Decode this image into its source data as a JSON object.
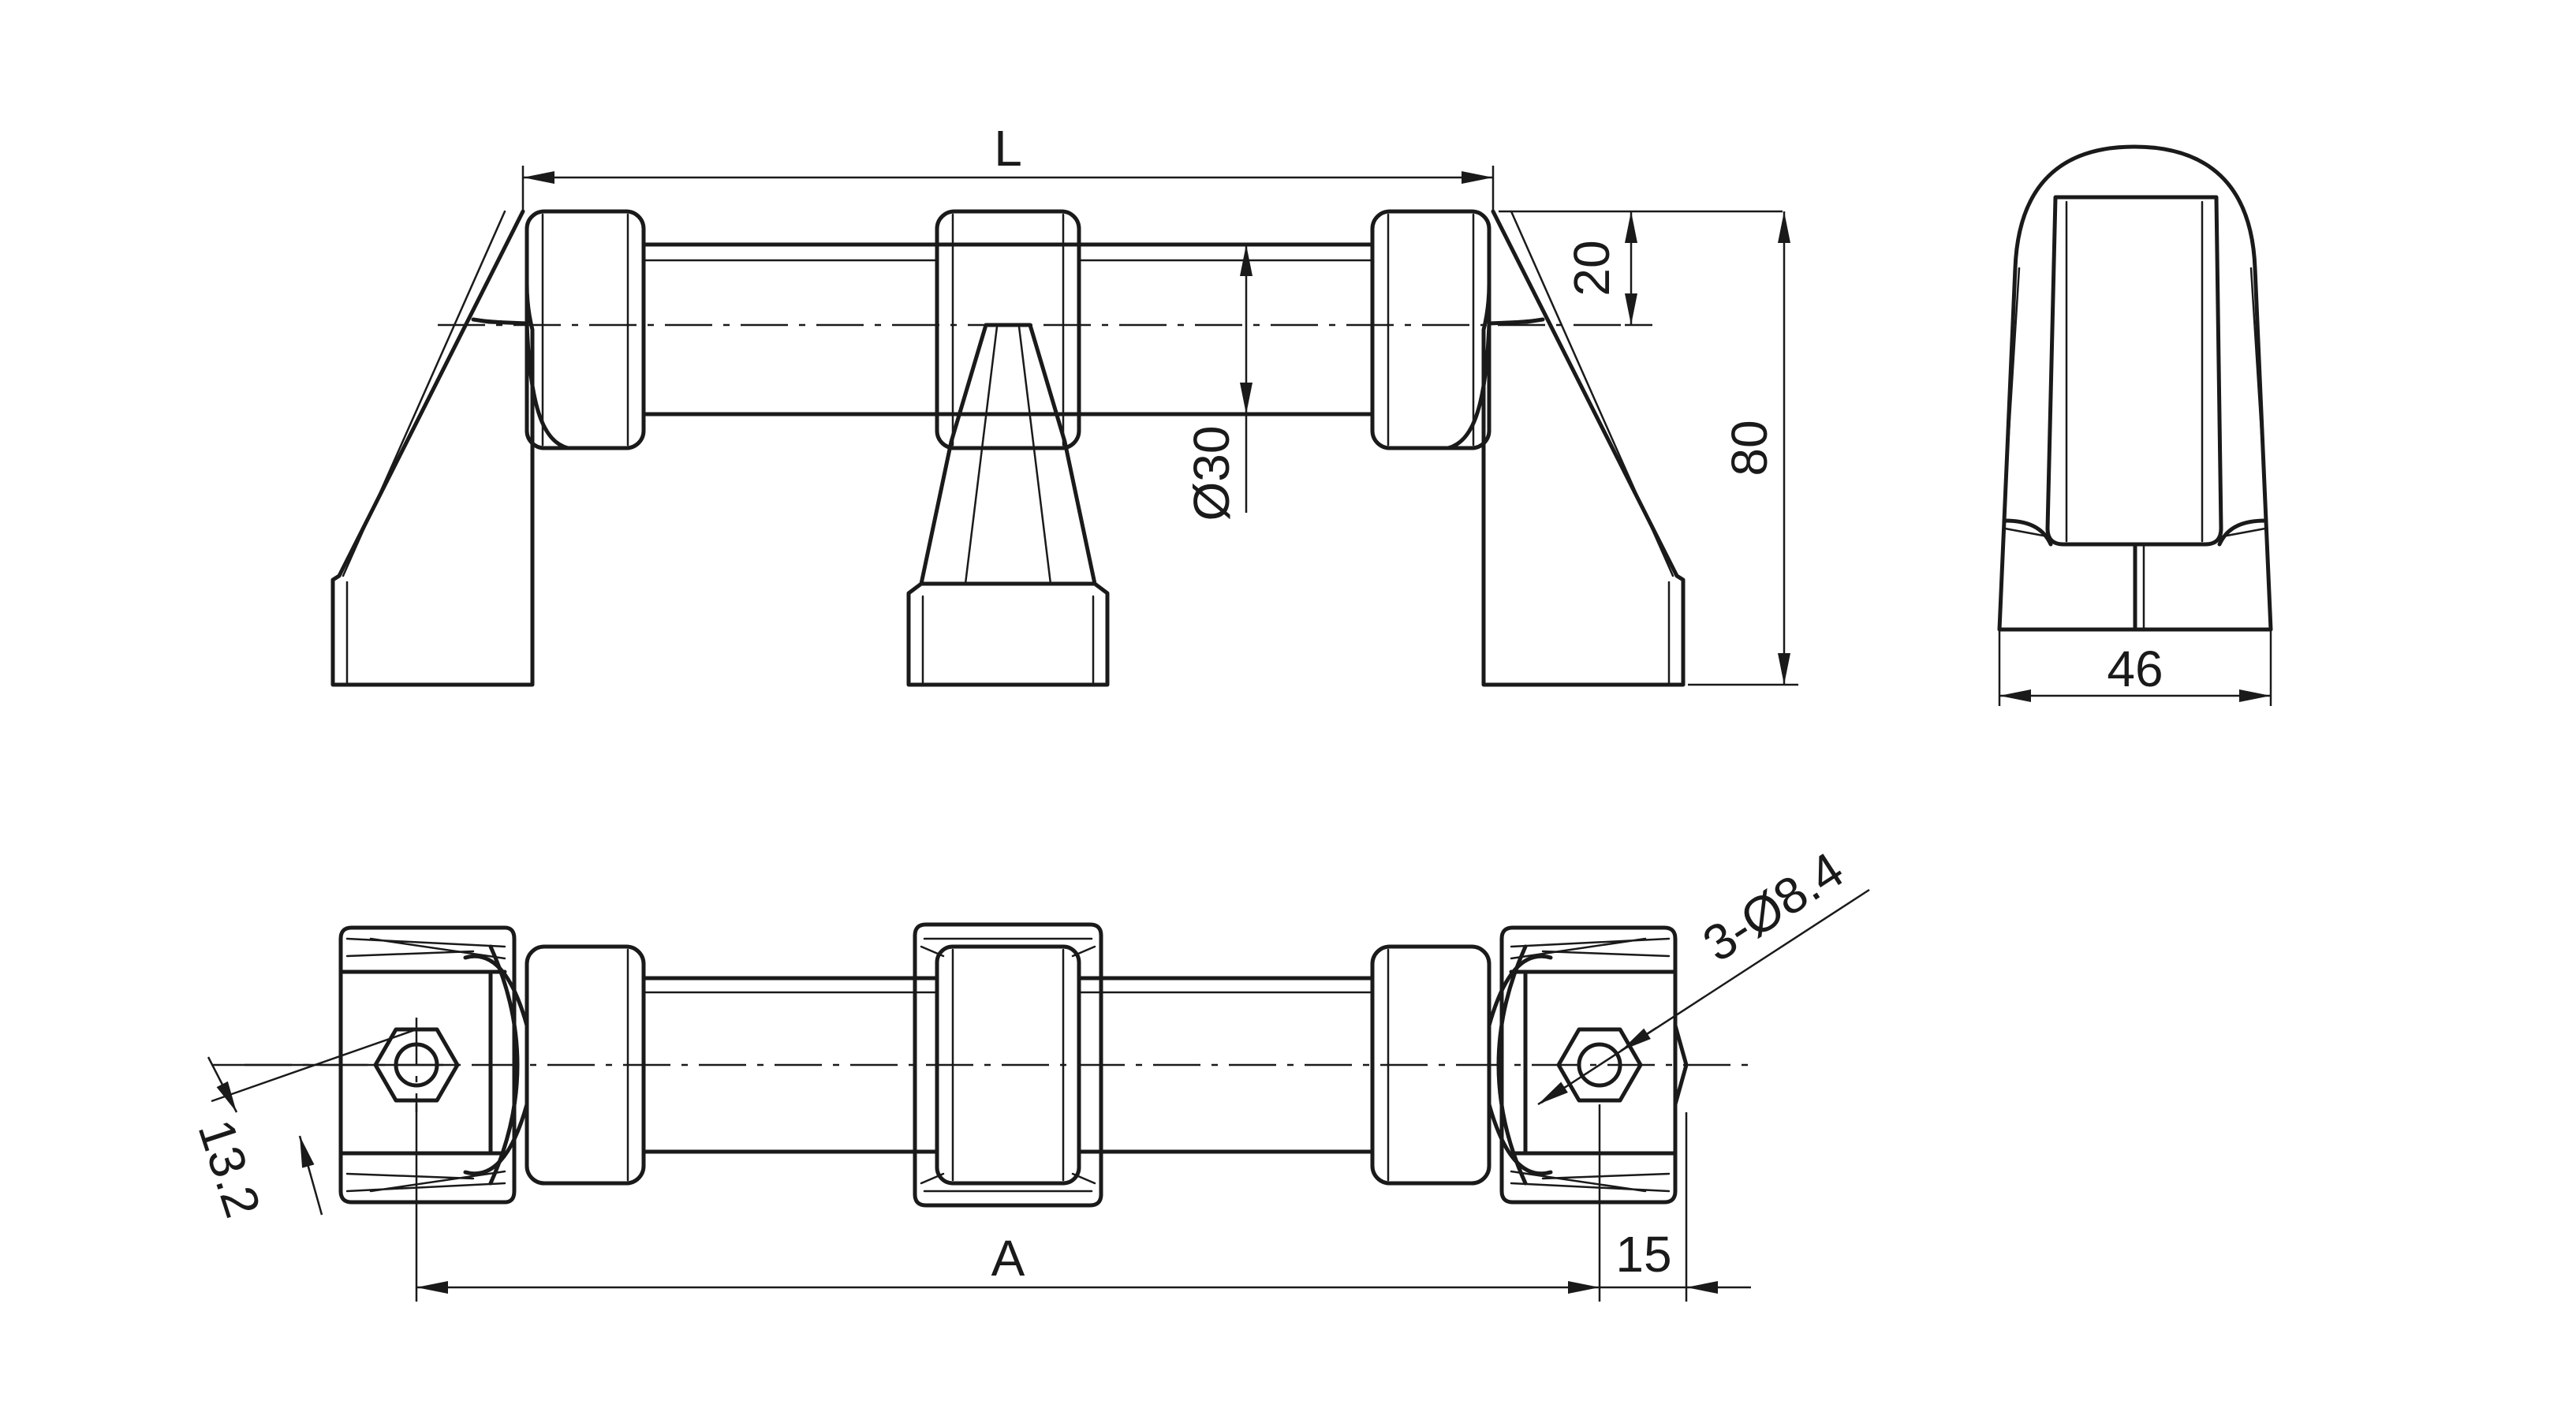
{
  "dimensions": {
    "L": "L",
    "d20": "20",
    "d30": "Ø30",
    "d80": "80",
    "d46": "46",
    "d132": "13.2",
    "holes": "3-Ø8.4",
    "A": "A",
    "d15": "15"
  }
}
